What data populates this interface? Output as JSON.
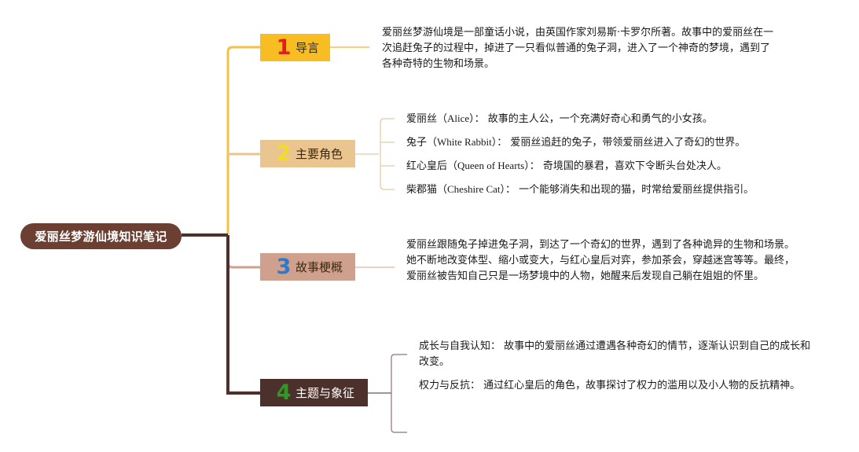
{
  "root": {
    "title": "爱丽丝梦游仙境知识笔记"
  },
  "sections": [
    {
      "num": "1",
      "label": "导言"
    },
    {
      "num": "2",
      "label": "主要角色"
    },
    {
      "num": "3",
      "label": "故事梗概"
    },
    {
      "num": "4",
      "label": "主题与象征"
    }
  ],
  "intro": {
    "text": "爱丽丝梦游仙境是一部童话小说，由英国作家刘易斯·卡罗尔所著。故事中的爱丽丝在一次追赶兔子的过程中，掉进了一只看似普通的兔子洞，进入了一个神奇的梦境，遇到了各种奇特的生物和场景。"
  },
  "characters": [
    {
      "name": "爱丽丝",
      "en": "（Alice）",
      "desc": "：  故事的主人公，一个充满好奇心和勇气的小女孩。"
    },
    {
      "name": "兔子",
      "en": "（White Rabbit）",
      "desc": "：  爱丽丝追赶的兔子，带领爱丽丝进入了奇幻的世界。"
    },
    {
      "name": "红心皇后",
      "en": "（Queen of Hearts）",
      "desc": "：  奇境国的暴君，喜欢下令断头台处决人。"
    },
    {
      "name": "柴郡猫",
      "en": "（Cheshire Cat）",
      "desc": "：  一个能够消失和出现的猫，时常给爱丽丝提供指引。"
    }
  ],
  "plot": {
    "text": "爱丽丝跟随兔子掉进兔子洞，到达了一个奇幻的世界，遇到了各种诡异的生物和场景。她不断地改变体型、缩小或变大，与红心皇后对弈，参加茶会，穿越迷宫等等。最终，爱丽丝被告知自己只是一场梦境中的人物，她醒来后发现自己躺在姐姐的怀里。"
  },
  "themes": [
    {
      "text": "成长与自我认知：  故事中的爱丽丝通过遭遇各种奇幻的情节，逐渐认识到自己的成长和改变。"
    },
    {
      "text": "权力与反抗：  通过红心皇后的角色，故事探讨了权力的滥用以及小人物的反抗精神。"
    }
  ],
  "colors": {
    "root": "#6b3f31",
    "branch1": "#f9bd24",
    "branch2": "#ebc590",
    "branch3": "#cfa08d",
    "branch4": "#4b302c"
  }
}
